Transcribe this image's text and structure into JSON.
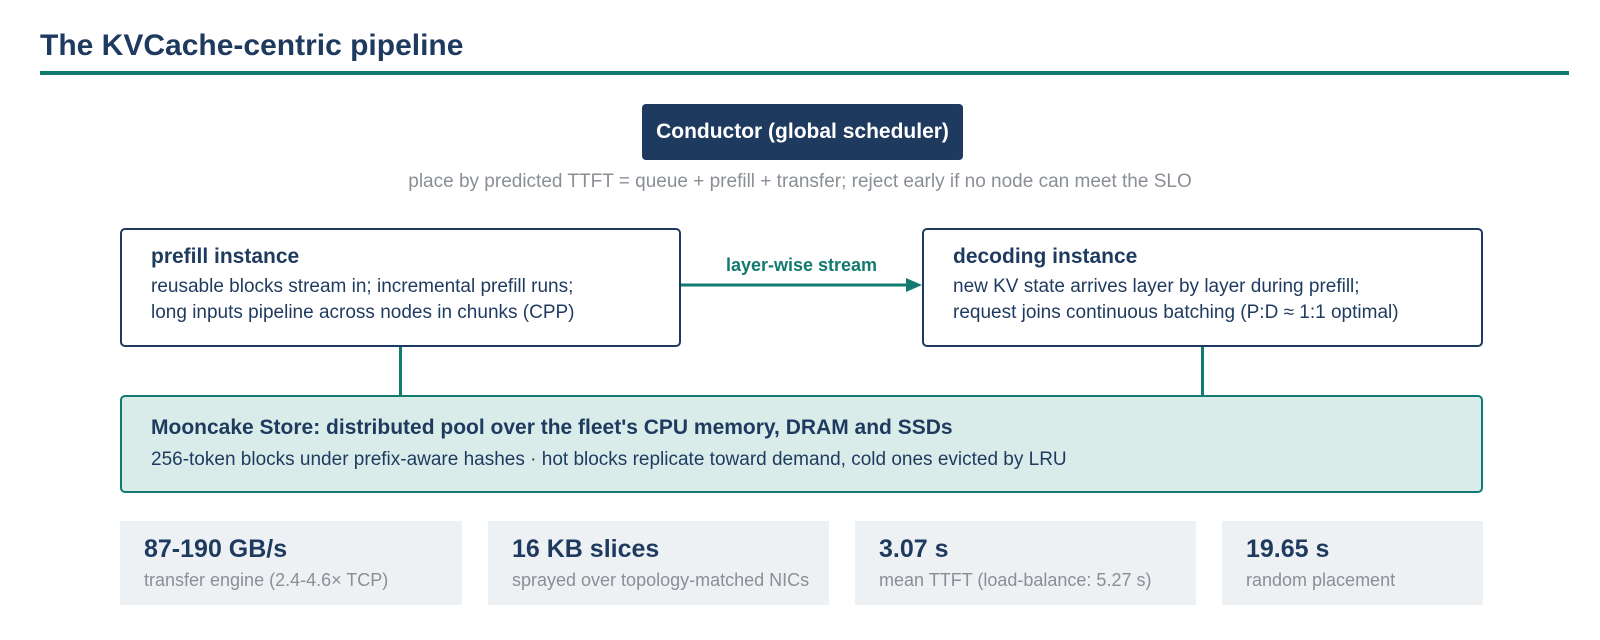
{
  "title": "The KVCache-centric pipeline",
  "conductor": {
    "label": "Conductor (global scheduler)",
    "note": "place by predicted TTFT = queue + prefill + transfer; reject early if no node can meet the SLO"
  },
  "prefill": {
    "name": "prefill instance",
    "lines": [
      "reusable blocks stream in; incremental prefill runs;",
      "long inputs pipeline across nodes in chunks (CPP)"
    ]
  },
  "stream_label": "layer-wise stream",
  "decode": {
    "name": "decoding instance",
    "lines": [
      "new KV state arrives layer by layer during prefill;",
      "request joins continuous batching (P:D ≈ 1:1 optimal)"
    ]
  },
  "store": {
    "name": "Mooncake Store: distributed pool over the fleet's CPU memory, DRAM and SSDs",
    "line": "256-token blocks under prefix-aware hashes · hot blocks replicate toward demand, cold ones evicted by LRU"
  },
  "stats": [
    {
      "value": "87-190 GB/s",
      "label": "transfer engine (2.4-4.6× TCP)"
    },
    {
      "value": "16 KB slices",
      "label": "sprayed over topology-matched NICs"
    },
    {
      "value": "3.07 s",
      "label": "mean TTFT (load-balance: 5.27 s)"
    },
    {
      "value": "19.65 s",
      "label": "random placement"
    }
  ],
  "colors": {
    "navy": "#1f3a5f",
    "teal": "#127a6e",
    "store_fill": "#d9ecea",
    "stat_fill": "#edf1f4",
    "muted_text": "#8a8f96"
  }
}
